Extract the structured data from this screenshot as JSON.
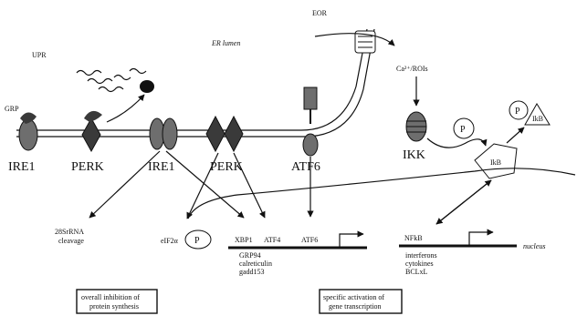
{
  "labels": {
    "eor": "EOR",
    "er_lumen": "ER lumen",
    "upr": "UPR",
    "grp": "GRP",
    "ca_rois": "Ca²⁺/ROIs",
    "ire1_a": "IRE1",
    "perk_a": "PERK",
    "ire1_b": "IRE1",
    "perk_b": "PERK",
    "atf6_membrane": "ATF6",
    "ikk": "IKK",
    "p_ikk": "P",
    "p_ikb": "P",
    "ikb_a": "IkB",
    "ikb_b": "IkB",
    "p_eif": "P",
    "rrna_line1": "28SrRNA",
    "rrna_line2": "cleavage",
    "eif2a": "eIF2α",
    "xbp1": "XBP1",
    "atf4": "ATF4",
    "atf6_gene": "ATF6",
    "nfkb": "NFkB",
    "nucleus": "nucleus",
    "targets_left": [
      "GRP94",
      "calreticulin",
      "gadd153"
    ],
    "targets_right": [
      "interferons",
      "cytokines",
      "BCLxL"
    ],
    "box_left": [
      "overall inhibition of",
      "protein synthesis"
    ],
    "box_right": [
      "specific activation of",
      "gene transcription"
    ]
  },
  "colors": {
    "ink": "#111111",
    "membrane_fill": "#9a9a9a",
    "protein_dark": "#3a3a3a",
    "protein_mid": "#6e6e6e"
  }
}
